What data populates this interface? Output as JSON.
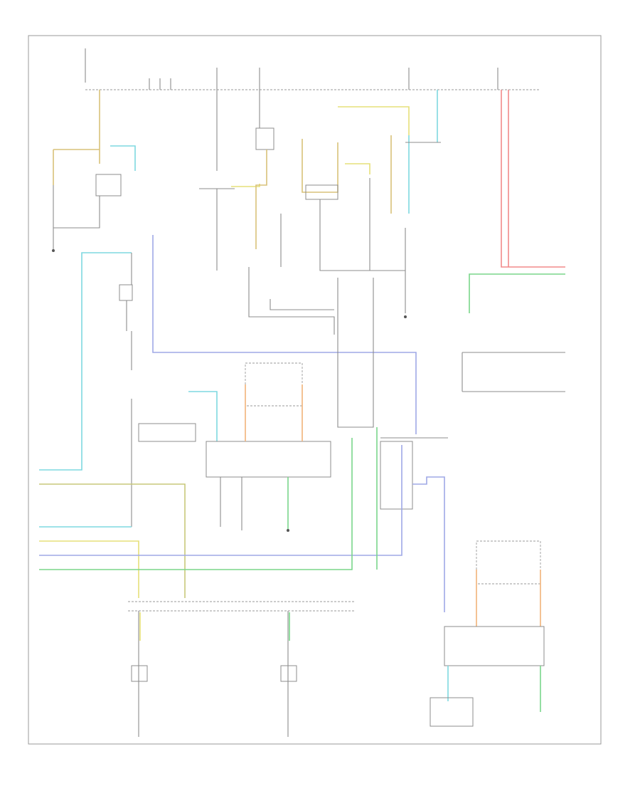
{
  "footer_code": "",
  "colors": {
    "outline": "#8c8c8c",
    "tan": "#d8c27a",
    "cyan": "#7fd8e0",
    "yellow": "#e6e07a",
    "blue": "#9fa8e6",
    "green": "#7ad68a",
    "red": "#f28a8a",
    "orange": "#f2b27a",
    "olive": "#c8c87a"
  },
  "components": [
    {
      "id": "bus-left",
      "lines": [
        "",
        ""
      ]
    },
    {
      "id": "bus-mid",
      "lines": [
        "",
        ""
      ]
    },
    {
      "id": "bus-right",
      "lines": [
        "",
        ""
      ]
    },
    {
      "id": "left-lamp",
      "lines": [
        "",
        "",
        ""
      ]
    },
    {
      "id": "center-switch",
      "lines": [
        "",
        ""
      ]
    },
    {
      "id": "right-module",
      "lines": [
        "",
        "",
        ""
      ]
    },
    {
      "id": "legend",
      "lines": [
        "",
        "",
        "",
        ""
      ]
    },
    {
      "id": "instrument-cluster",
      "lines": [
        ""
      ]
    },
    {
      "id": "left-door-module",
      "lines": [
        "",
        ""
      ]
    },
    {
      "id": "right-door-module",
      "lines": [
        "",
        ""
      ]
    },
    {
      "id": "left-bottom",
      "lines": [
        "",
        "",
        ""
      ]
    },
    {
      "id": "center-bottom",
      "lines": [
        "",
        "",
        ""
      ]
    }
  ]
}
